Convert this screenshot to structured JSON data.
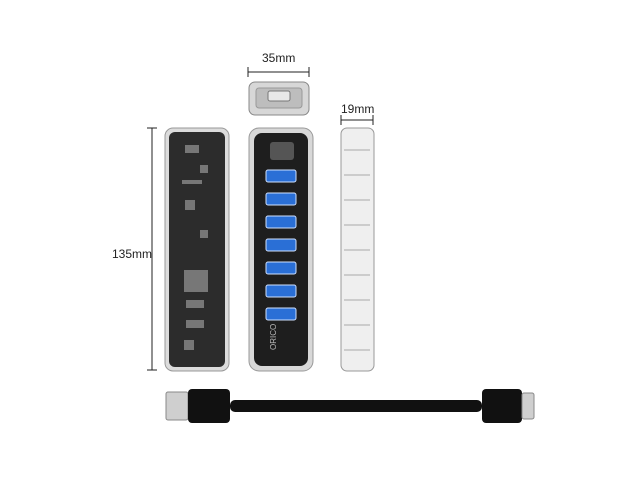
{
  "dimensions": {
    "width_label": "35mm",
    "depth_label": "19mm",
    "length_label": "135mm"
  },
  "product": {
    "port_count": 7,
    "brand_text": "ORICO",
    "colors": {
      "body": "#2c2c2c",
      "usb_port": "#2a6fd6",
      "clear_shell": "#e4e4e4",
      "cable": "#111111"
    }
  }
}
